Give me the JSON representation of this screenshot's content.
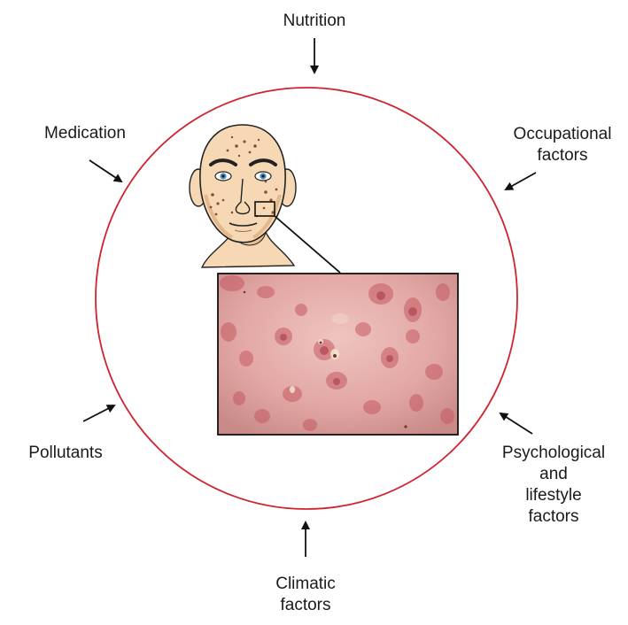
{
  "factors": {
    "nutrition": [
      "Nutrition"
    ],
    "medication": [
      "Medication"
    ],
    "occupational": [
      "Occupational",
      "factors"
    ],
    "pollutants": [
      "Pollutants"
    ],
    "psychological": [
      "Psychological",
      "and",
      "lifestyle",
      "factors"
    ],
    "climatic": [
      "Climatic",
      "factors"
    ]
  },
  "colors": {
    "circle": "#d0232e",
    "arrow": "#111111",
    "skin": "#f6d9b4",
    "skin_shadow": "#e8c092",
    "hair": "#222222",
    "lesion": "#8c4a3a",
    "photo_base": "#e2a7a4",
    "photo_lesion": "#c65a63"
  },
  "icons": {
    "face": "face-illustration",
    "photo": "skin-closeup-photo"
  }
}
